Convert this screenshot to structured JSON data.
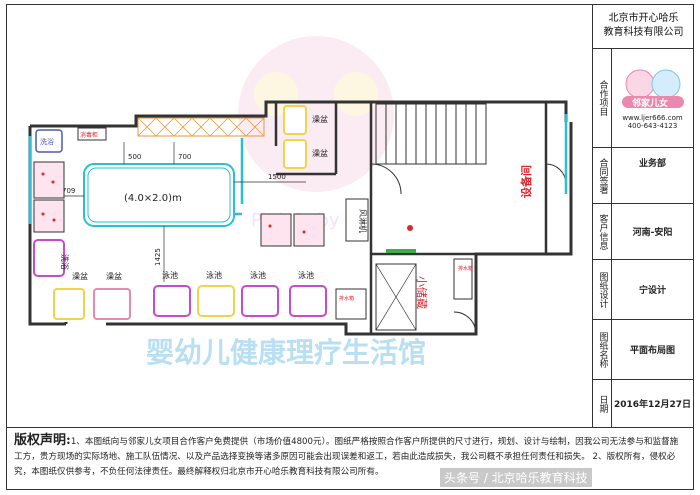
{
  "company": {
    "line1": "北京市开心哈乐",
    "line2": "教育科技有限公司"
  },
  "title_block": {
    "coop_label": "合作项目",
    "brand_url": "www.ljer666.com",
    "brand_phone": "400-643-4123",
    "brand_logo_text": "邻家儿女",
    "signer_label": "合同签署",
    "signer_value": "业务部",
    "client_label": "客户信息",
    "client_value": "河南-安阳",
    "designer_label": "图纸设计",
    "designer_value": "宁设计",
    "drawing_name_label": "图纸名称",
    "drawing_name_value": "平面布局图",
    "date_label": "日期",
    "date_value": "2016年12月27日"
  },
  "plan": {
    "pool_label": "(4.0×2.0)m",
    "dim_500": "500",
    "dim_700": "700",
    "dim_709": "709",
    "dim_1500": "1500",
    "dim_1425": "1425",
    "tub1": "澡盆",
    "tub2": "澡盆",
    "tub3": "澡盆",
    "tub4": "澡盆",
    "swim1": "泳池",
    "swim2": "泳池",
    "swim3": "泳池",
    "swim4": "泳池",
    "wash_label": "洗浴",
    "disinfect": "消毒柜",
    "drain1": "排水箱",
    "drain2": "排水箱",
    "air": "风淋机",
    "storage": "小储藏",
    "equip_room": "设备间",
    "small_sign": "消防"
  },
  "watermark_text": "Pink Baby",
  "slogan": "婴幼儿健康理疗生活馆",
  "copyright": {
    "title": "版权声明:",
    "text1": "1、本图纸向与邻家儿女项目合作客户免费提供（市场价值4800元）。图纸严格按照合作客户所提供的尺寸进行，规划、设计与绘制，因我公司无法参与和监督施工方，贵方现场的实际场地、施工队伍情况、以及产品选择变换等诸多原因可能会出现误差和返工，若由此造成损失，我公司概不承担任何责任和损失。 2、版权所有，侵权必究，本图纸仅供参考，不负任何法律责任。最终解释权归北京市开心哈乐教育科技有限公司所有。"
  },
  "source_tag": "头条号 / 北京哈乐教育科技",
  "colors": {
    "yellow": "#f3d34a",
    "pink": "#e88ab0",
    "magenta": "#c64ad0",
    "cyan": "#27c0d6",
    "orange": "#e79a3c",
    "green": "#3fae4a",
    "red": "#e0252c"
  }
}
